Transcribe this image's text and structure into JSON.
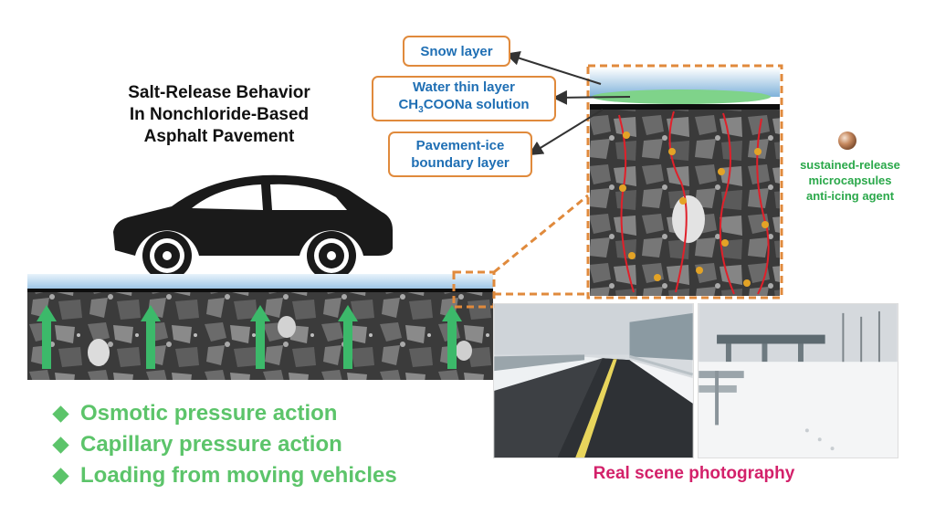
{
  "title": {
    "line1": "Salt-Release Behavior",
    "line2": "In Nonchloride-Based",
    "line3": "Asphalt Pavement"
  },
  "layers": {
    "snow": "Snow layer",
    "water_line1": "Water thin layer",
    "water_line2_prefix": "CH",
    "water_line2_sub": "3",
    "water_line2_suffix": "COONa solution",
    "boundary_line1": "Pavement-ice",
    "boundary_line2": "boundary layer"
  },
  "agent": {
    "line1": "sustained-release",
    "line2": "microcapsules",
    "line3": "anti-icing agent"
  },
  "mechanisms": [
    "Osmotic pressure action",
    "Capillary pressure action",
    "Loading from moving vehicles"
  ],
  "photo_caption": "Real scene photography",
  "colors": {
    "orange_border": "#e08a3c",
    "blue_text": "#1f6fb4",
    "green_text": "#5cc46a",
    "agent_green": "#2aa84a",
    "caption_pink": "#d3216a",
    "arrow_green": "#3cb96a"
  },
  "icons": {
    "vehicle": "car-silhouette-icon",
    "microcapsule": "sphere-icon",
    "upward_arrow": "arrow-up-icon",
    "bullet": "diamond-icon"
  }
}
